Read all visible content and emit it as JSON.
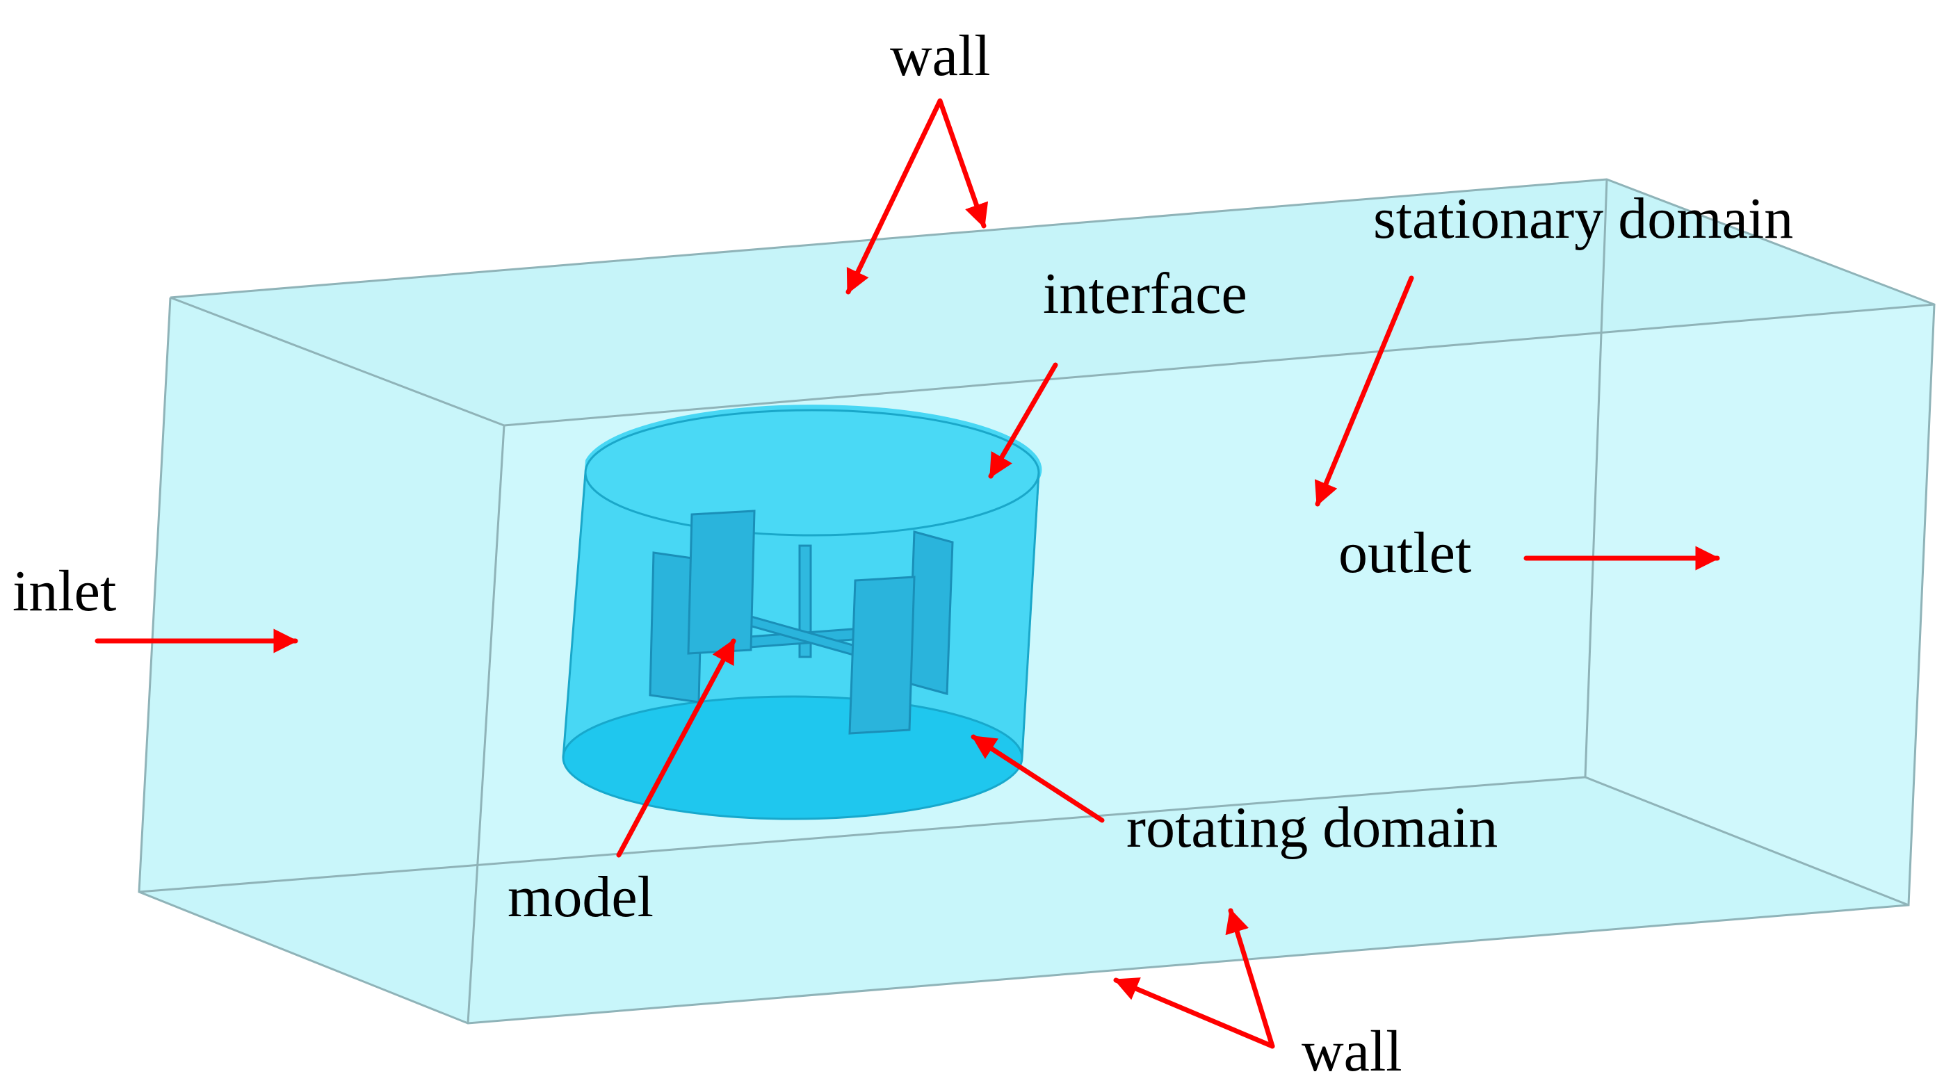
{
  "labels": {
    "wall_top": "wall",
    "wall_bottom": "wall",
    "stationary_domain": "stationary domain",
    "interface": "interface",
    "outlet": "outlet",
    "inlet": "inlet",
    "rotating_domain": "rotating domain",
    "model": "model"
  },
  "colors": {
    "stationary_domain_fill": "#ccf7fb",
    "rotating_domain_fill": "#2ed0f2",
    "arrow": "#ff0000",
    "edge": "#8fb3b8",
    "text": "#000000"
  }
}
